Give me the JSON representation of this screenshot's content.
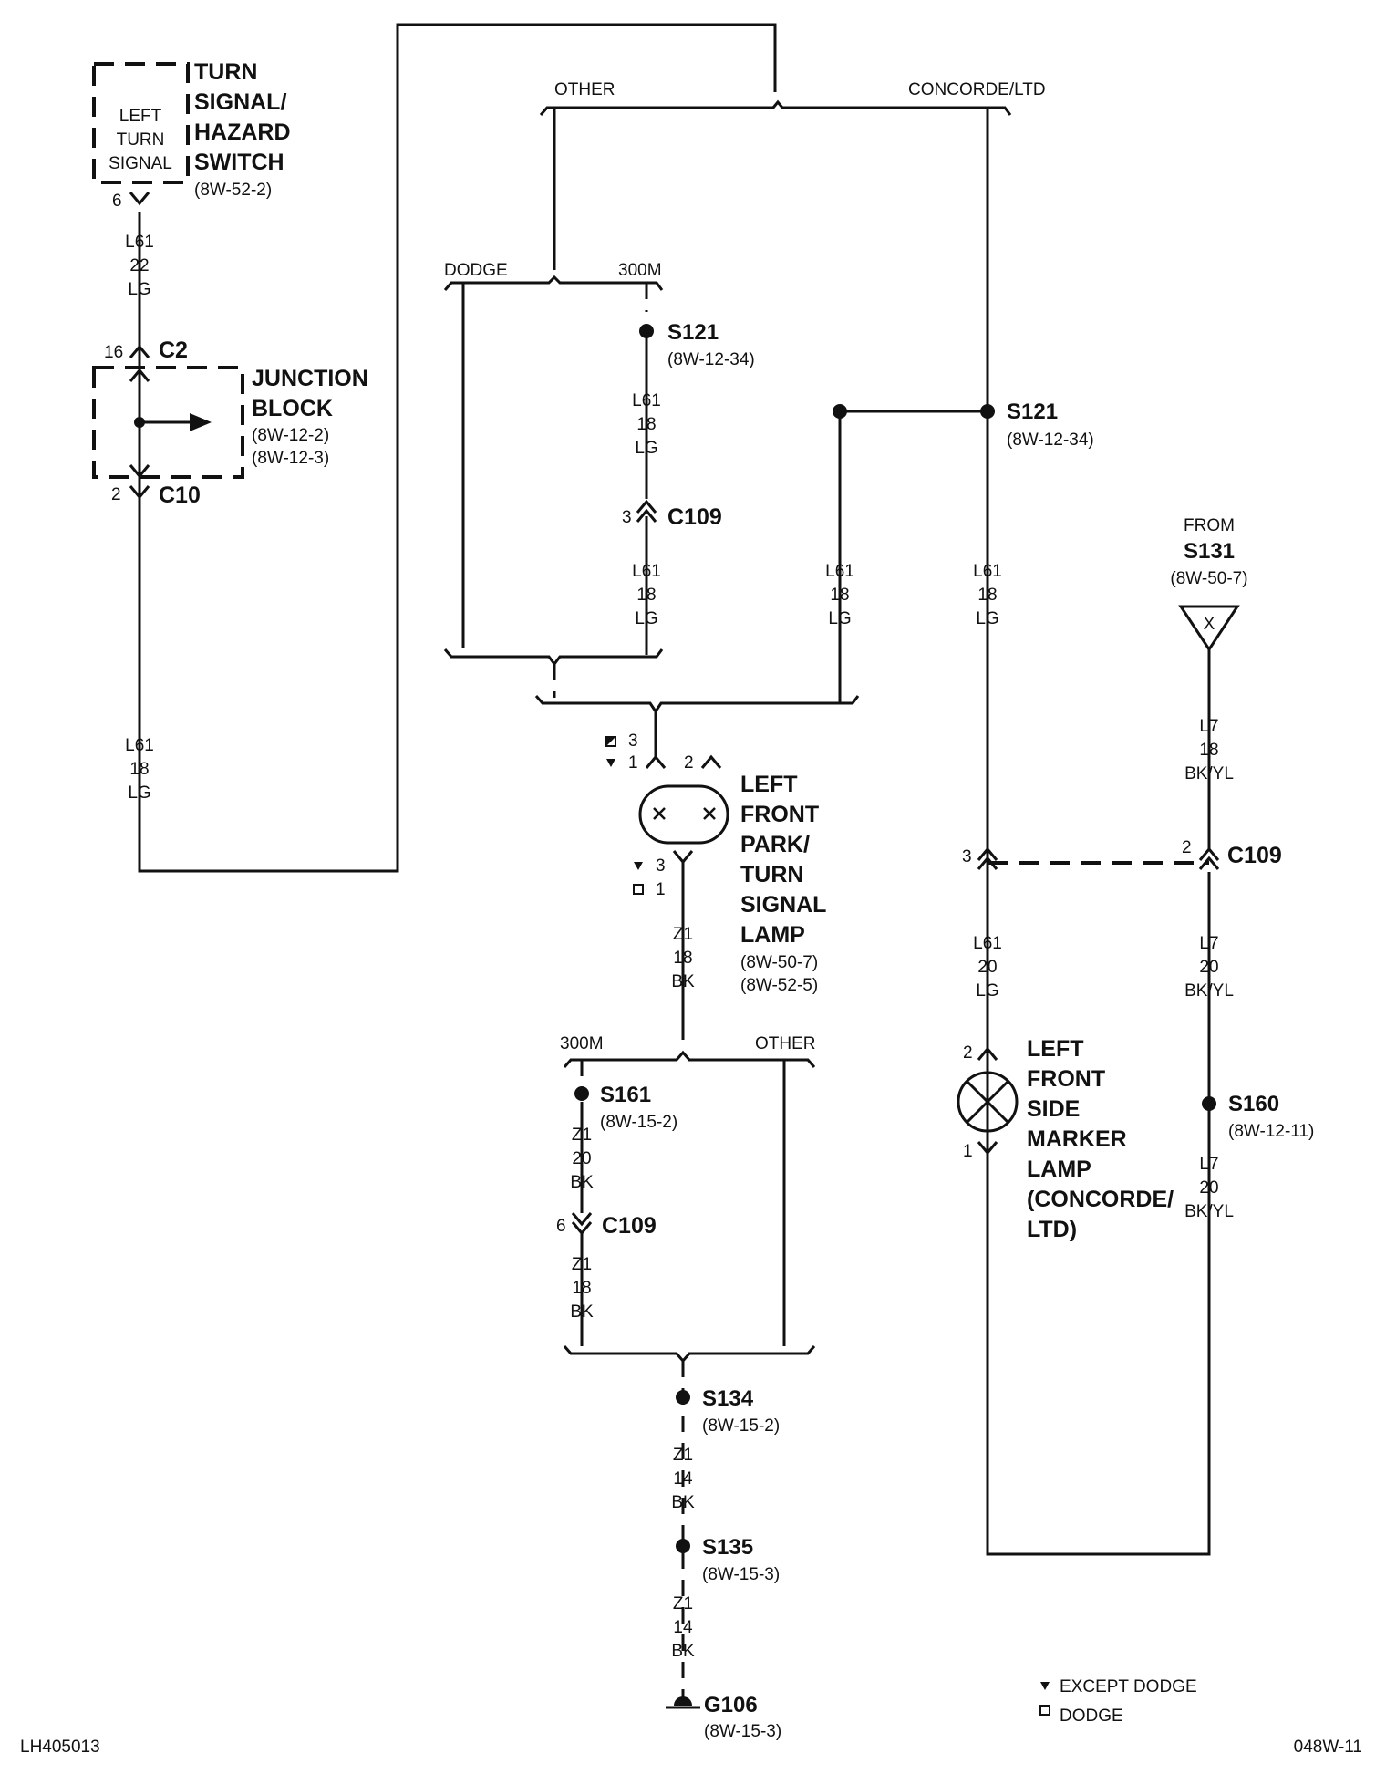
{
  "footer": {
    "left_code": "LH405013",
    "right_code": "048W-11"
  },
  "legend": {
    "except_dodge": "EXCEPT DODGE",
    "dodge": "DODGE"
  },
  "switch": {
    "inner": [
      "LEFT",
      "TURN",
      "SIGNAL"
    ],
    "title": [
      "TURN",
      "SIGNAL/",
      "HAZARD",
      "SWITCH"
    ],
    "ref": "(8W-52-2)",
    "pin": "6"
  },
  "wire_l61_22": [
    "L61",
    "22",
    "LG"
  ],
  "junction_block": {
    "title": [
      "JUNCTION",
      "BLOCK"
    ],
    "refs": [
      "(8W-12-2)",
      "(8W-12-3)"
    ],
    "c2_pin": "16",
    "c2": "C2",
    "c10_pin": "2",
    "c10": "C10"
  },
  "wire_l61_18_left": [
    "L61",
    "18",
    "LG"
  ],
  "variants": {
    "other": "OTHER",
    "concorde_ltd": "CONCORDE/LTD",
    "dodge": "DODGE",
    "m300_top": "300M",
    "m300_bottom": "300M",
    "other_bottom": "OTHER"
  },
  "splice_s121_a": {
    "name": "S121",
    "ref": "(8W-12-34)"
  },
  "splice_s121_b": {
    "name": "S121",
    "ref": "(8W-12-34)"
  },
  "wire_s121_c109": [
    "L61",
    "18",
    "LG"
  ],
  "c109_left": {
    "pin": "3",
    "name": "C109"
  },
  "wire_c109_below": [
    "L61",
    "18",
    "LG"
  ],
  "wire_mid": [
    "L61",
    "18",
    "LG"
  ],
  "wire_right": [
    "L61",
    "18",
    "LG"
  ],
  "from_s131": {
    "from": "FROM",
    "name": "S131",
    "ref": "(8W-50-7)",
    "symbol": "X"
  },
  "wire_l7_18": [
    "L7",
    "18",
    "BK/YL"
  ],
  "c109_right": {
    "left_pin": "3",
    "right_pin": "2",
    "name": "C109"
  },
  "park_lamp": {
    "title": [
      "LEFT",
      "FRONT",
      "PARK/",
      "TURN",
      "SIGNAL",
      "LAMP"
    ],
    "refs": [
      "(8W-50-7)",
      "(8W-52-5)"
    ],
    "top_pins": {
      "a": "3",
      "b": "1",
      "c": "2"
    },
    "bottom_pins": {
      "a": "3",
      "b": "1"
    }
  },
  "wire_z1_18": [
    "Z1",
    "18",
    "BK"
  ],
  "wire_l61_20": [
    "L61",
    "20",
    "LG"
  ],
  "wire_l7_20_a": [
    "L7",
    "20",
    "BK/YL"
  ],
  "side_marker": {
    "title": [
      "LEFT",
      "FRONT",
      "SIDE",
      "MARKER",
      "LAMP",
      "(CONCORDE/",
      "LTD)"
    ],
    "pin_top": "2",
    "pin_bottom": "1"
  },
  "splice_s160": {
    "name": "S160",
    "ref": "(8W-12-11)"
  },
  "wire_l7_20_b": [
    "L7",
    "20",
    "BK/YL"
  ],
  "splice_s161": {
    "name": "S161",
    "ref": "(8W-15-2)"
  },
  "wire_z1_20": [
    "Z1",
    "20",
    "BK"
  ],
  "c109_bottom": {
    "pin": "6",
    "name": "C109"
  },
  "wire_z1_18_b": [
    "Z1",
    "18",
    "BK"
  ],
  "splice_s134": {
    "name": "S134",
    "ref": "(8W-15-2)"
  },
  "wire_z1_14_a": [
    "Z1",
    "14",
    "BK"
  ],
  "splice_s135": {
    "name": "S135",
    "ref": "(8W-15-3)"
  },
  "wire_z1_14_b": [
    "Z1",
    "14",
    "BK"
  ],
  "ground_g106": {
    "name": "G106",
    "ref": "(8W-15-3)"
  }
}
